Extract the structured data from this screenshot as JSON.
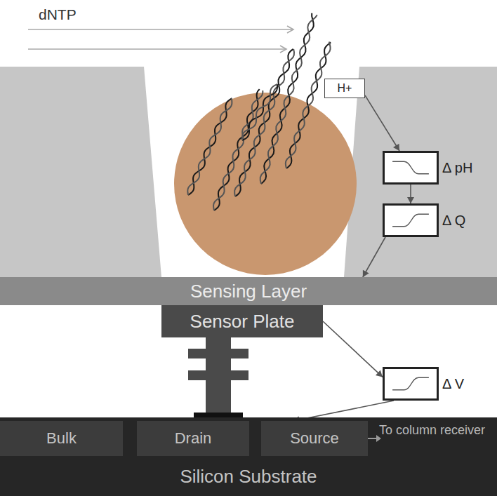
{
  "diagram": {
    "nodes": [
      {
        "text": [
          "H+"
        ]
      },
      {
        "text": [
          "Δ pH"
        ]
      },
      {
        "text": [
          "Δ Q"
        ]
      },
      {
        "text": [
          "Sensing Layer"
        ]
      },
      {
        "text": [
          "Sensor Plate"
        ]
      },
      {
        "text": [
          "Δ V"
        ]
      },
      {
        "text": [
          "Silicon Substrate"
        ]
      },
      {
        "text": [
          "Bulk"
        ],
        "in": 6
      },
      {
        "text": [
          "Drain"
        ],
        "in": 6
      },
      {
        "text": [
          "Source"
        ],
        "in": 6
      }
    ],
    "edges": [
      {
        "from": 0,
        "to": 1,
        "arrow": "to"
      },
      {
        "from": 1,
        "to": 2,
        "arrow": "to"
      },
      {
        "from": 2,
        "to": 3,
        "arrow": "to"
      },
      {
        "from": 4,
        "to": 5,
        "arrow": "to"
      },
      {
        "from": 5,
        "to": 9,
        "arrow": "to"
      }
    ],
    "labels": [
      "dNTP",
      "To column receiver"
    ]
  }
}
